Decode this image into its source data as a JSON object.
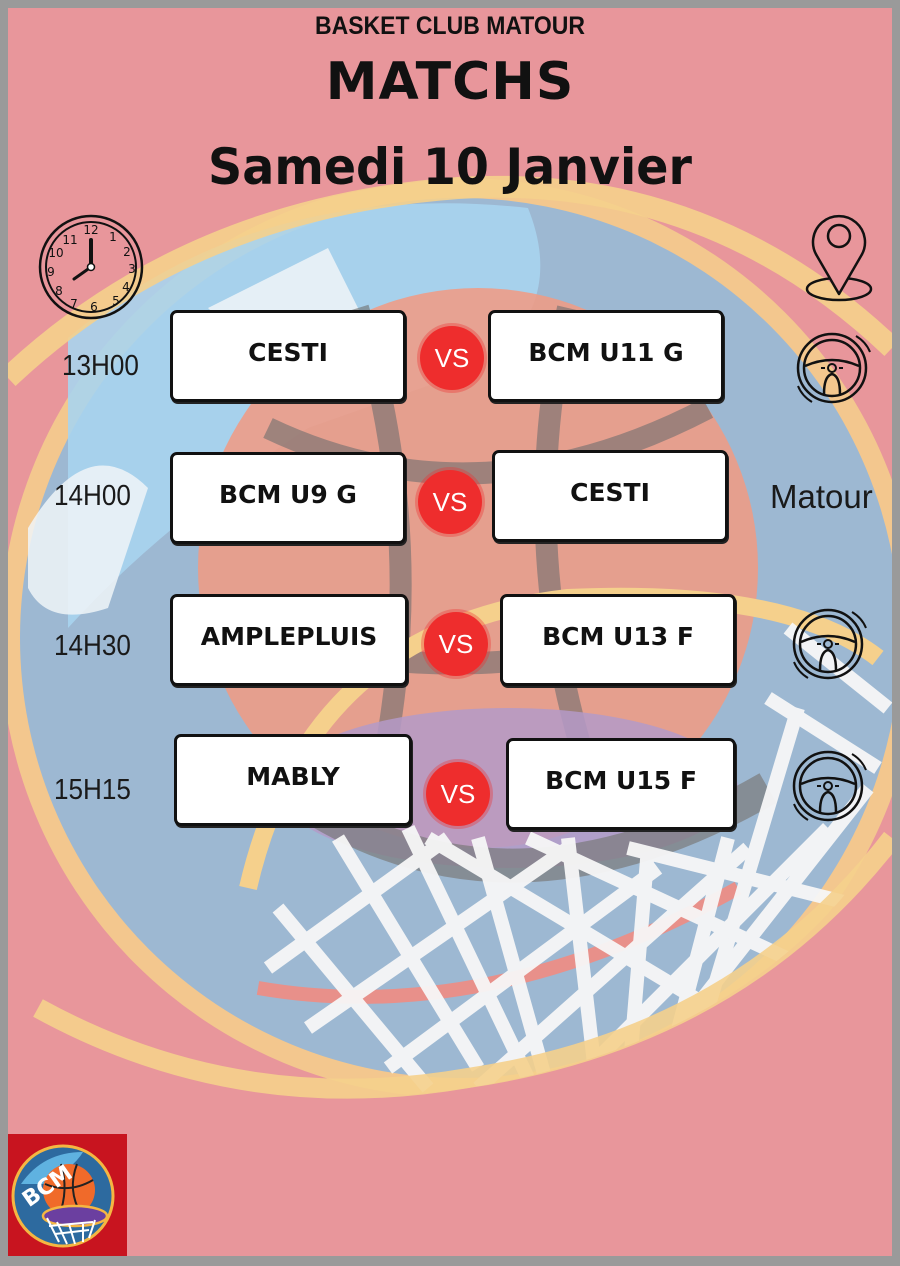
{
  "header": {
    "club_name": "BASKET CLUB MATOUR",
    "title": "MATCHS",
    "date": "Samedi 10 Janvier"
  },
  "icons": {
    "time_column": "clock-icon",
    "location_column": "map-pin-icon",
    "away_game": "steering-wheel-icon"
  },
  "colors": {
    "background": "#e8969b",
    "vs_badge": "#ee2d2d",
    "logo_background": "#c8141f"
  },
  "vs_label": "VS",
  "matches": [
    {
      "time": "13H00",
      "home": "CESTI",
      "away": "BCM U11 G",
      "location_type": "away",
      "location_icon": "steering-wheel-icon",
      "location_text": ""
    },
    {
      "time": "14H00",
      "home": "BCM U9 G",
      "away": "CESTI",
      "location_type": "home",
      "location_icon": "",
      "location_text": "Matour"
    },
    {
      "time": "14H30",
      "home": "AMPLEPLUIS",
      "away": "BCM U13 F",
      "location_type": "away",
      "location_icon": "steering-wheel-icon",
      "location_text": ""
    },
    {
      "time": "15H15",
      "home": "MABLY",
      "away": "BCM U15 F",
      "location_type": "away",
      "location_icon": "steering-wheel-icon",
      "location_text": ""
    }
  ],
  "logo": {
    "text": "BCM"
  }
}
